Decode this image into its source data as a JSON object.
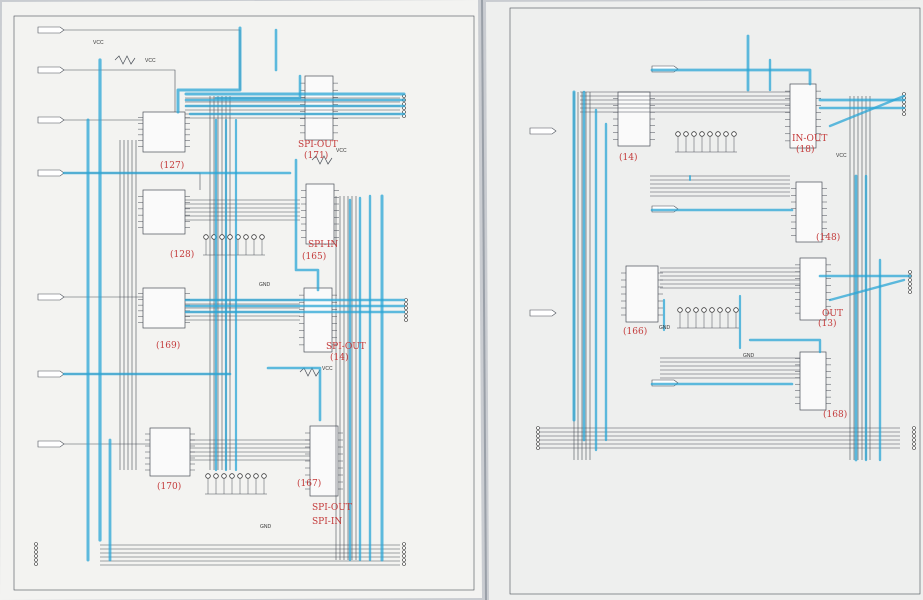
{
  "sheets": [
    {
      "id": "left",
      "chips": [
        {
          "label": "(127)",
          "id": "ic-127"
        },
        {
          "label": "(128)",
          "id": "ic-128"
        },
        {
          "label": "(169)",
          "id": "ic-169"
        },
        {
          "label": "(170)",
          "id": "ic-170"
        }
      ],
      "annotations": [
        {
          "text": "SPI-OUT",
          "id": "spi-out-1"
        },
        {
          "text": "(171)",
          "id": "num-171"
        },
        {
          "text": "SPI-IN",
          "id": "spi-in-1"
        },
        {
          "text": "(165)",
          "id": "num-165"
        },
        {
          "text": "SPI-OUT",
          "id": "spi-out-2"
        },
        {
          "text": "(14)",
          "id": "num-14"
        },
        {
          "text": "(167)",
          "id": "num-167"
        },
        {
          "text": "SPI-OUT",
          "id": "spi-out-3"
        },
        {
          "text": "SPI-IN",
          "id": "spi-in-2"
        }
      ]
    },
    {
      "id": "right",
      "chips": [
        {
          "label": "(14)",
          "id": "ic-14"
        },
        {
          "label": "(166)",
          "id": "ic-166"
        }
      ],
      "annotations": [
        {
          "text": "IN-OUT",
          "id": "in-out-1"
        },
        {
          "text": "(18)",
          "id": "num-18"
        },
        {
          "text": "(148)",
          "id": "num-148"
        },
        {
          "text": "OUT",
          "id": "out-1"
        },
        {
          "text": "(13)",
          "id": "num-13"
        },
        {
          "text": "(168)",
          "id": "num-168"
        }
      ]
    }
  ],
  "net_labels": {
    "vcc": "VCC",
    "gnd": "GND"
  },
  "colors": {
    "paper": "#f2f2f0",
    "ink": "#4a4f58",
    "highlight": "#2aa6d6",
    "annotation": "#c43a3a",
    "background": "#c9ccd1"
  }
}
